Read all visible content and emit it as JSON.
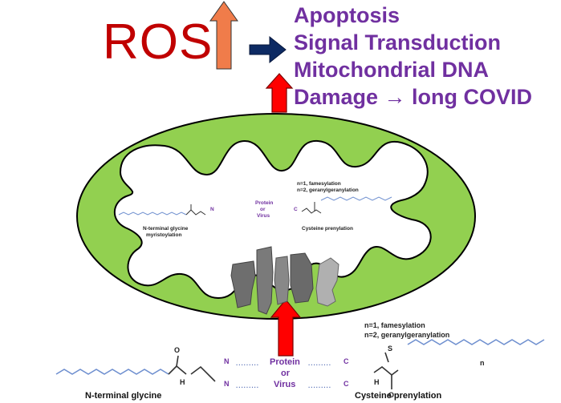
{
  "ros_label": "ROS",
  "effects": [
    "Apoptosis",
    "Signal Transduction",
    "Mitochondrial DNA",
    "Damage → long COVID"
  ],
  "colors": {
    "ros_text": "#c00000",
    "effect_text": "#7030a0",
    "up_arrow_ros": "#f07c4a",
    "right_arrow": "#0d2a63",
    "red_arrow": "#ff0000",
    "outer_membrane": "#92d050",
    "chain_blue": "#6e8fcf"
  },
  "inner": {
    "left_caption_line1": "N-terminal glycine",
    "left_caption_line2": "myristoylation",
    "right_caption": "Cysteine prenylation",
    "n_note1": "n=1, famesylation",
    "n_note2": "n=2, geranylgeranylation",
    "n_letter": "N",
    "c_letter": "C",
    "protein": "Protein",
    "or": "or",
    "virus": "Virus"
  },
  "bottom": {
    "left_caption": "N-terminal glycine",
    "right_caption": "Cysteine prenylation",
    "n_note1": "n=1, famesylation",
    "n_note2": "n=2, geranylgeranylation",
    "n_letter": "N",
    "c_letter": "C",
    "protein": "Protein",
    "or": "or",
    "virus": "Virus",
    "h_label": "H",
    "o_label": "O",
    "s_label": "S",
    "sub_n": "n"
  }
}
